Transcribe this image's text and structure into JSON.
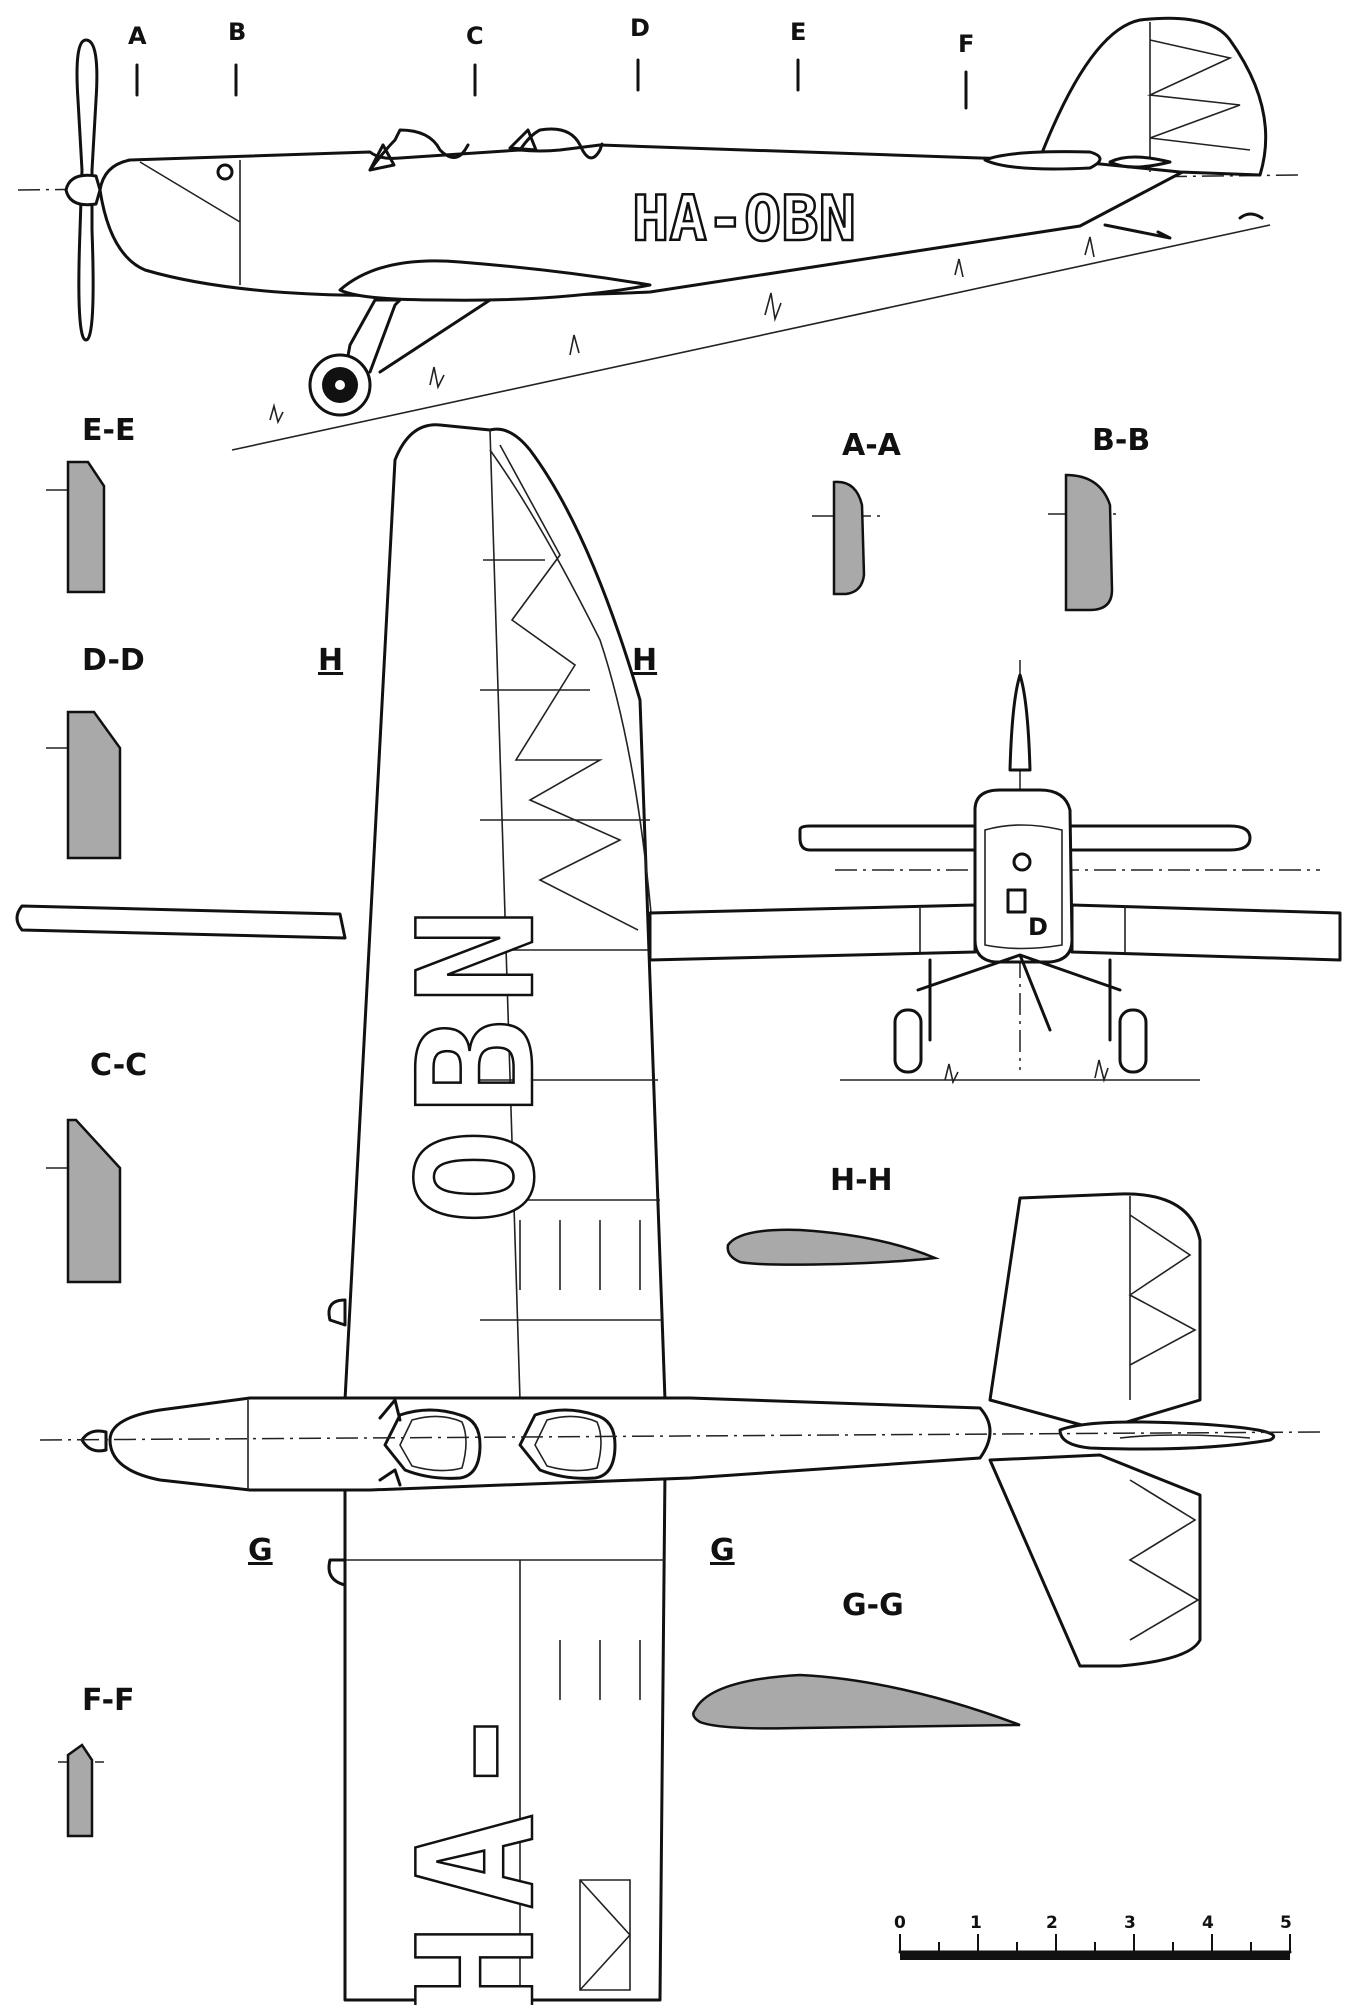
{
  "registration": "HA-OBN",
  "top_wing_left_text": "OBN",
  "top_wing_right_text": "HA-",
  "station_markers": [
    "A",
    "B",
    "C",
    "D",
    "E",
    "F"
  ],
  "sections": {
    "e": "E-E",
    "d": "D-D",
    "c": "C-C",
    "f": "F-F",
    "a": "A-A",
    "b": "B-B",
    "h": "H-H",
    "g": "G-G"
  },
  "cut_h": "H",
  "cut_g": "G",
  "scale_bar": {
    "ticks": [
      "0",
      "1",
      "2",
      "3",
      "4",
      "5"
    ]
  }
}
